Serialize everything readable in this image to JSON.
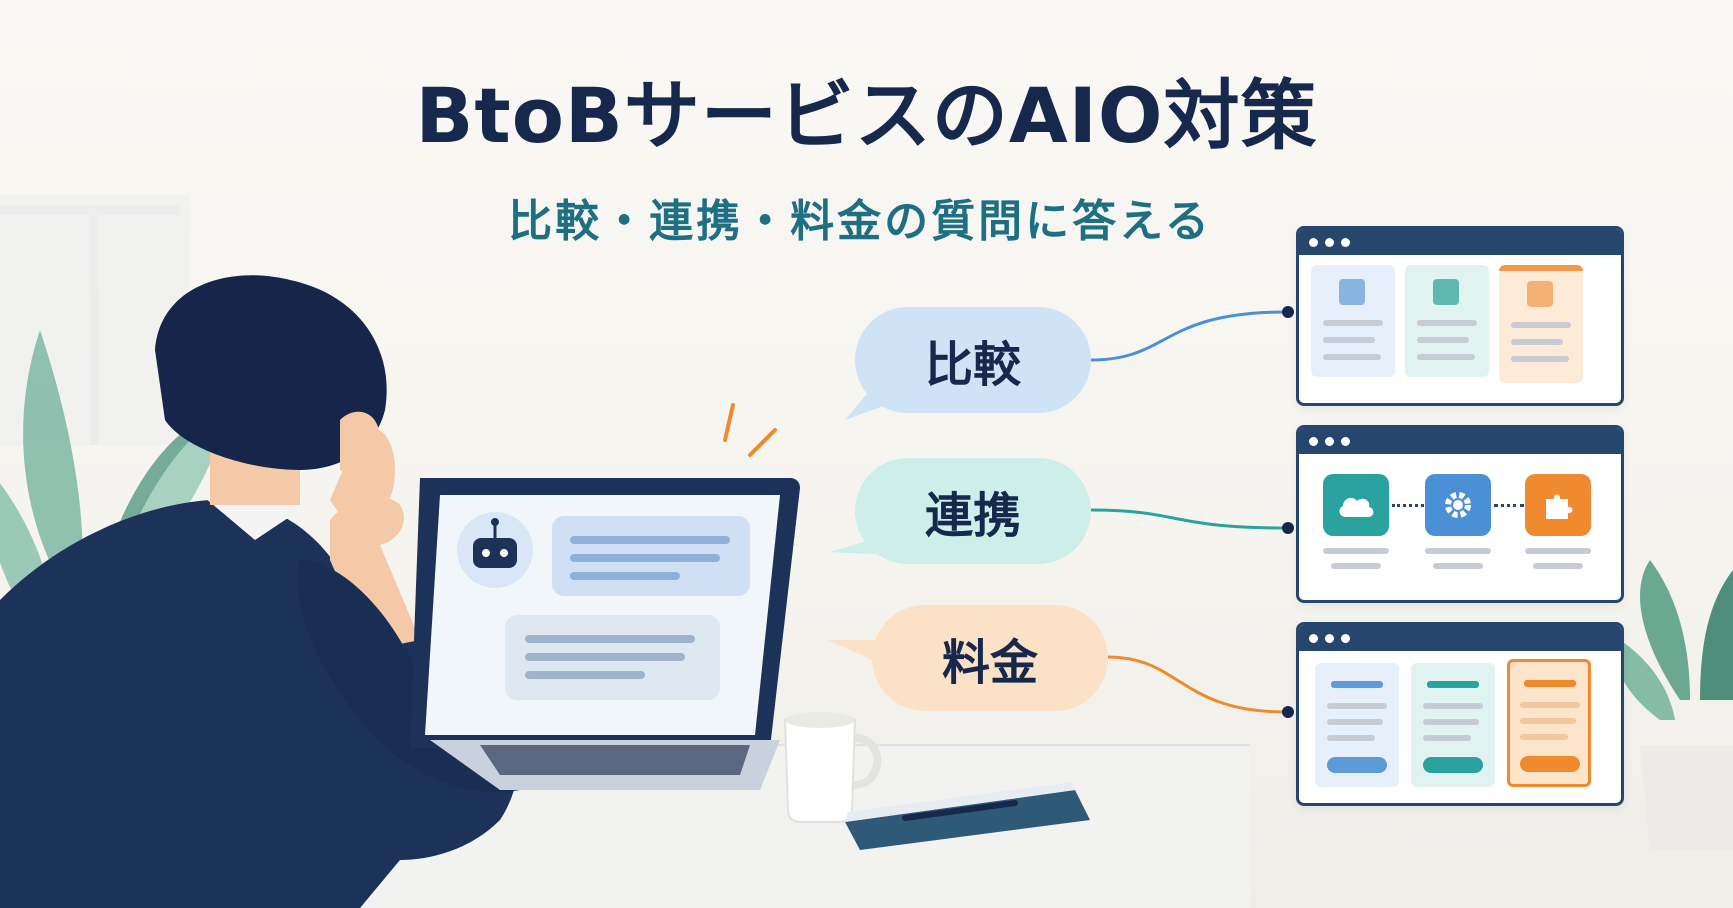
{
  "title": "BtoBサービスのAIO対策",
  "subtitle": "比較・連携・料金の質問に答える",
  "bubbles": [
    {
      "label": "比較",
      "color": "#cfe3f7",
      "line_color": "#4b8fd6"
    },
    {
      "label": "連携",
      "color": "#cdeee9",
      "line_color": "#2aa3a0"
    },
    {
      "label": "料金",
      "color": "#fbe2c6",
      "line_color": "#ef8a2e"
    }
  ],
  "icons": {
    "robot": "robot-icon",
    "cloud": "cloud-icon",
    "gear": "gear-icon",
    "puzzle": "puzzle-icon",
    "mug": "coffee-mug-icon",
    "notebook": "notebook-icon",
    "pen": "pen-icon"
  },
  "colors": {
    "navy": "#16294d",
    "teal_text": "#1f6f83",
    "window_frame": "#27466e",
    "blue": "#4b8fd6",
    "teal": "#2aa3a0",
    "orange": "#ef8a2e"
  }
}
